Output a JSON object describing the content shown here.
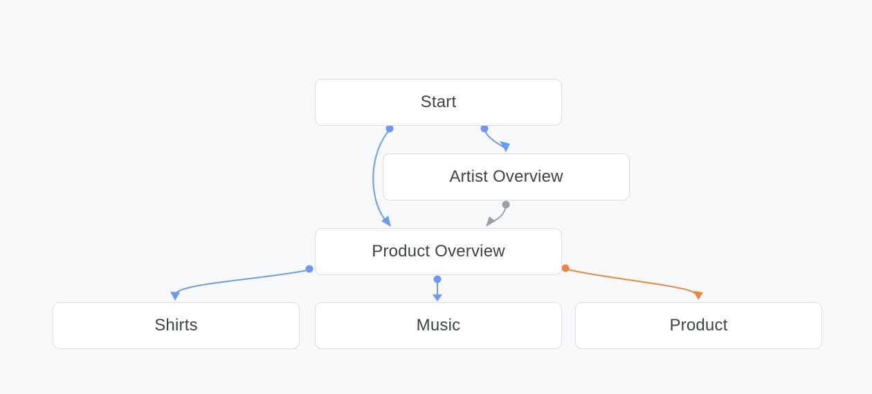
{
  "colors": {
    "page-bg": "#f8f9fa",
    "node-bg": "#ffffff",
    "node-border": "#dadce0",
    "node-text": "#3d4543",
    "blue": "#6c9af0",
    "gray": "#9aa0a6",
    "orange": "#e8873d"
  },
  "nodes": [
    {
      "id": "start",
      "label": "Start"
    },
    {
      "id": "artist-overview",
      "label": "Artist Overview"
    },
    {
      "id": "product-overview",
      "label": "Product Overview"
    },
    {
      "id": "shirts",
      "label": "Shirts"
    },
    {
      "id": "music",
      "label": "Music"
    },
    {
      "id": "product",
      "label": "Product"
    }
  ],
  "edges": [
    {
      "from": "Start",
      "to": "Artist Overview",
      "color": "blue"
    },
    {
      "from": "Start",
      "to": "Product Overview",
      "color": "blue"
    },
    {
      "from": "Artist Overview",
      "to": "Product Overview",
      "color": "gray"
    },
    {
      "from": "Product Overview",
      "to": "Shirts",
      "color": "blue"
    },
    {
      "from": "Product Overview",
      "to": "Music",
      "color": "blue"
    },
    {
      "from": "Product Overview",
      "to": "Product",
      "color": "orange"
    }
  ]
}
